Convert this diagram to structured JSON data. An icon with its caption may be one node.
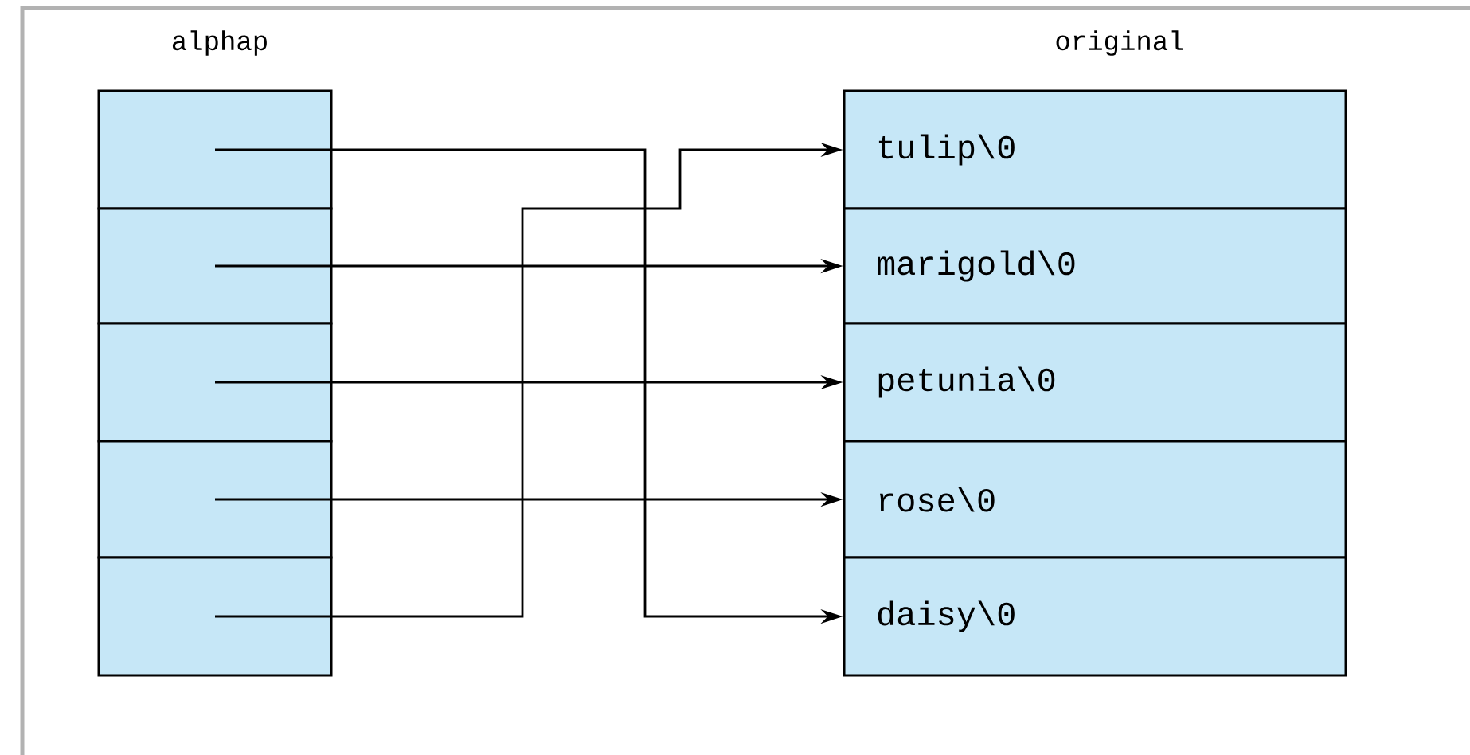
{
  "diagram": {
    "nodes": [
      {
        "text": [],
        "shape": "box"
      },
      {
        "text": [],
        "shape": "box"
      },
      {
        "text": [],
        "shape": "box"
      },
      {
        "text": [],
        "shape": "box"
      },
      {
        "text": [],
        "shape": "box"
      },
      {
        "text": [
          "tulip\\0"
        ]
      },
      {
        "text": [
          "marigold\\0"
        ]
      },
      {
        "text": [
          "petunia\\0"
        ]
      },
      {
        "text": [
          "rose\\0"
        ]
      },
      {
        "text": [
          "daisy\\0"
        ]
      }
    ],
    "edges": [
      {
        "from": 0,
        "to": 9,
        "arrow": "to"
      },
      {
        "from": 1,
        "to": 6,
        "arrow": "to"
      },
      {
        "from": 2,
        "to": 7,
        "arrow": "to"
      },
      {
        "from": 3,
        "to": 8,
        "arrow": "to"
      },
      {
        "from": 4,
        "to": 5,
        "arrow": "to"
      }
    ],
    "labels": [
      "alphap",
      "original"
    ]
  }
}
